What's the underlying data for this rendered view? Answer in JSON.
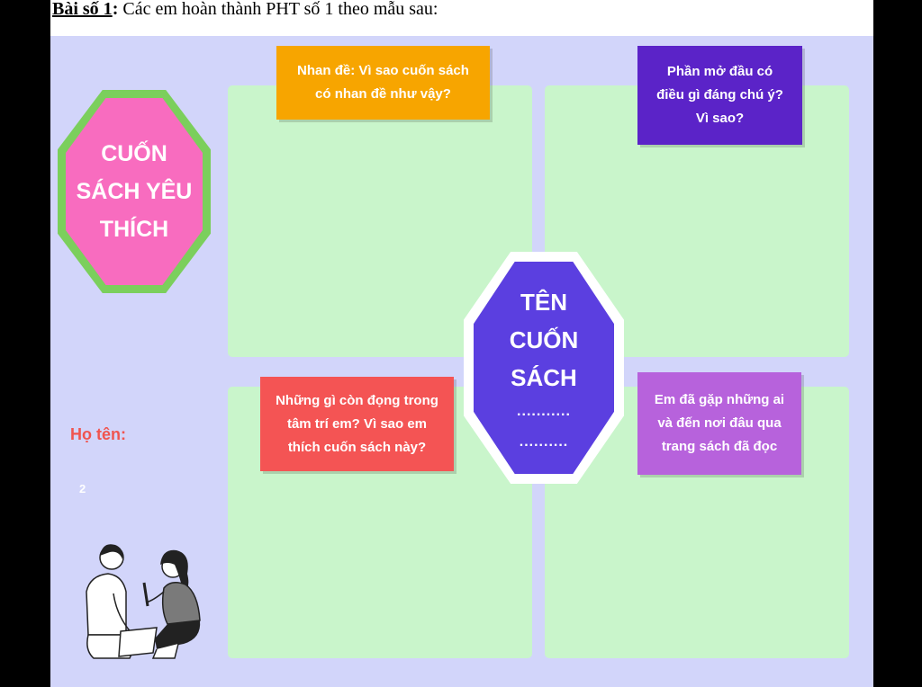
{
  "heading": {
    "label": "Bài số 1",
    "colon": ":",
    "text": " Các em hoàn thành PHT số 1 theo mẫu sau:"
  },
  "favorite": {
    "text": "CUỐN SÁCH YÊU THÍCH"
  },
  "book_title": {
    "text": "TÊN CUỐN SÁCH",
    "dots1": "...........",
    "dots2": ".........."
  },
  "notes": {
    "title": {
      "text": "Nhan đề: Vì sao cuốn sách có nhan đề như vậy?",
      "color": "#f7a500"
    },
    "opening": {
      "text": "Phần mở đầu có điều gì đáng chú ý? Vì sao?",
      "color": "#5b23c8"
    },
    "memory": {
      "text": "Những gì còn đọng trong tâm trí em? Vì sao em thích cuốn sách này?",
      "color": "#f45454"
    },
    "encounter": {
      "text": "Em đã gặp những ai và đến nơi đâu qua trang sách đã đọc",
      "color": "#b762dc"
    }
  },
  "name_label": "Họ tên:",
  "page_number": "2",
  "colors": {
    "canvas": "#d2d5fa",
    "panel": "#c9f5cb",
    "favorite_fill": "#f86cbf",
    "favorite_border": "#7bcf5c",
    "title_fill": "#5b3fe0"
  },
  "illustration": "two-students-studying-illustration"
}
